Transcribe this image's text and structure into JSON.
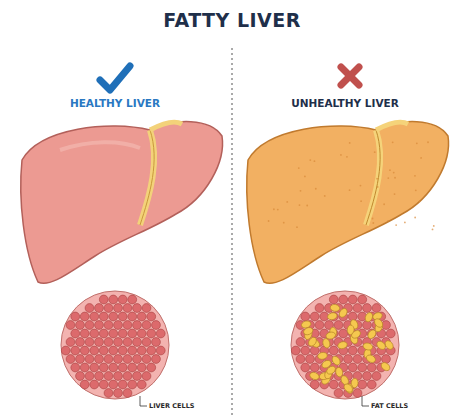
{
  "diagram": {
    "title": "FATTY LIVER",
    "labels": [
      "HEALTHY LIVER",
      "UNHEALTHY LIVER",
      "LIVER CELLS",
      "FAT CELLS"
    ]
  }
}
